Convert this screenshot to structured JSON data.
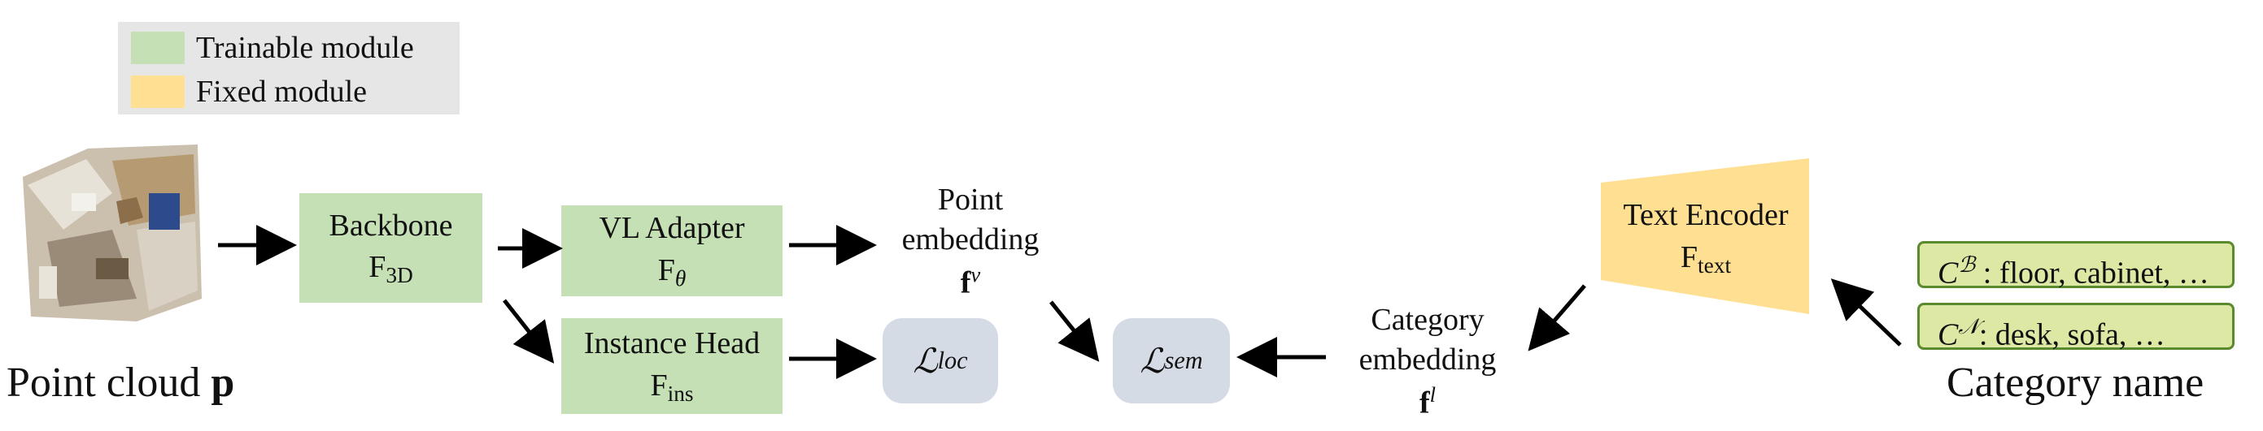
{
  "legend": {
    "trainable_label": "Trainable module",
    "fixed_label": "Fixed module",
    "trainable_color": "#c5e0b4",
    "fixed_color": "#ffdf91"
  },
  "input": {
    "label_prefix": "Point cloud",
    "label_symbol": "p"
  },
  "modules": {
    "backbone": {
      "name": "Backbone",
      "symbol": "F",
      "subscript": "3D"
    },
    "vl_adapter": {
      "name": "VL Adapter",
      "symbol": "F",
      "subscript": "θ"
    },
    "instance_head": {
      "name": "Instance Head",
      "symbol": "F",
      "subscript": "ins"
    },
    "text_encoder": {
      "name": "Text Encoder",
      "symbol": "F",
      "subscript": "text"
    }
  },
  "embeddings": {
    "point": {
      "line1": "Point",
      "line2": "embedding",
      "symbol": "f",
      "superscript": "v"
    },
    "category": {
      "line1": "Category",
      "line2": "embedding",
      "symbol": "f",
      "superscript": "l"
    }
  },
  "losses": {
    "loc": {
      "symbol": "ℒ",
      "subscript": "loc"
    },
    "sem": {
      "symbol": "ℒ",
      "subscript": "sem"
    }
  },
  "categories": {
    "base": {
      "symbol": "C",
      "superscript": "ℬ",
      "text": " : floor, cabinet, …"
    },
    "novel": {
      "symbol": "C",
      "superscript": "𝒩",
      "text": ": desk, sofa, …"
    },
    "label": "Category name"
  }
}
